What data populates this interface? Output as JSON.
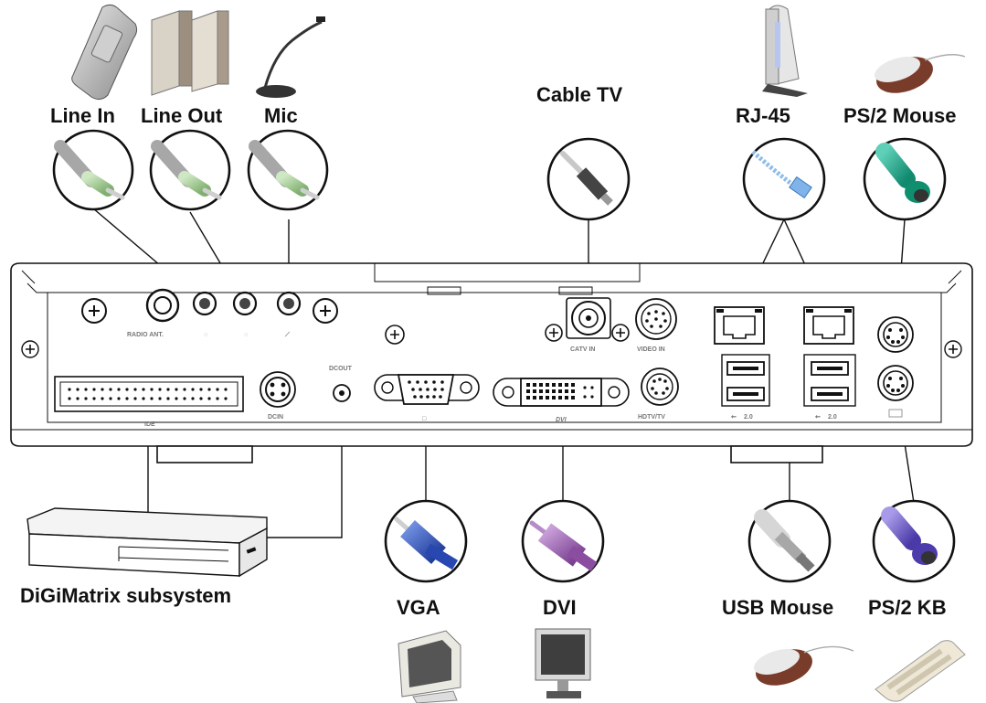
{
  "labels": {
    "line_in": "Line In",
    "line_out": "Line Out",
    "mic": "Mic",
    "cable_tv": "Cable TV",
    "rj45": "RJ-45",
    "ps2_mouse": "PS/2 Mouse",
    "digimatrix": "DiGiMatrix subsystem",
    "vga": "VGA",
    "dvi": "DVI",
    "usb_mouse": "USB Mouse",
    "ps2_kb": "PS/2 KB"
  },
  "panel_text": {
    "radio_ant": "RADIO ANT.",
    "catv_in": "CATV IN",
    "video_in": "VIDEO IN",
    "hdtv_tv": "HDTV/TV",
    "dcin": "DCIN",
    "dcout": "DCOUT",
    "ide": "IDE",
    "dvi": "DVI",
    "usb_left": "2.0",
    "usb_right": "2.0"
  }
}
